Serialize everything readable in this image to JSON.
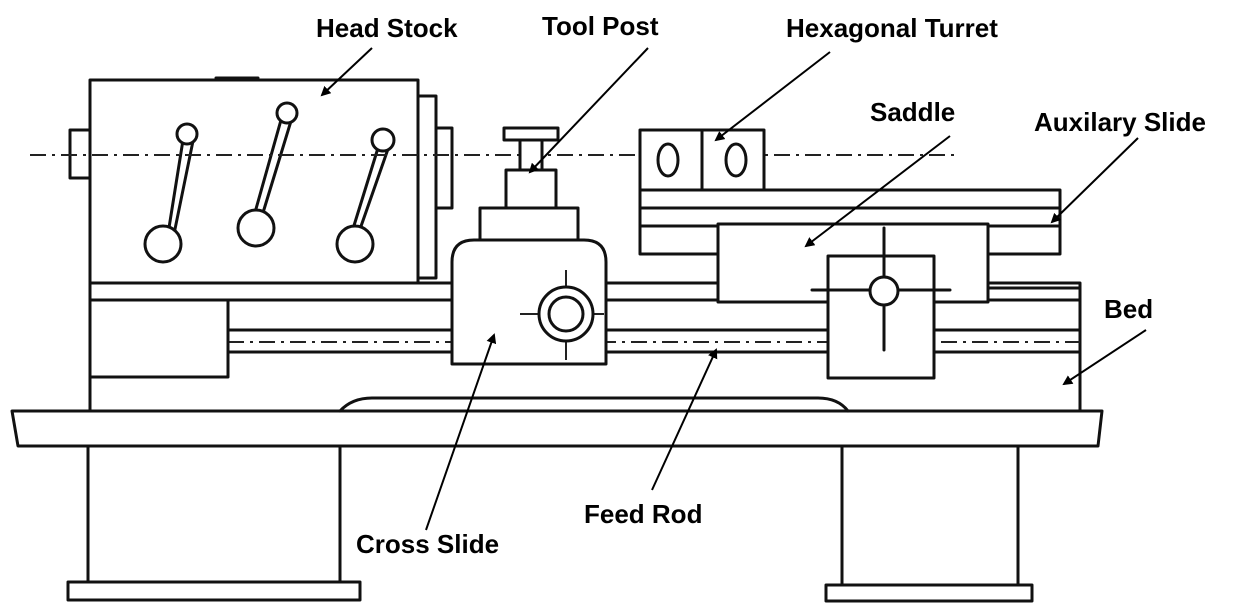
{
  "labels": {
    "head_stock": "Head Stock",
    "tool_post": "Tool Post",
    "hexagonal_turret": "Hexagonal Turret",
    "saddle": "Saddle",
    "auxilary_slide": "Auxilary Slide",
    "bed": "Bed",
    "cross_slide": "Cross Slide",
    "feed_rod": "Feed Rod"
  }
}
